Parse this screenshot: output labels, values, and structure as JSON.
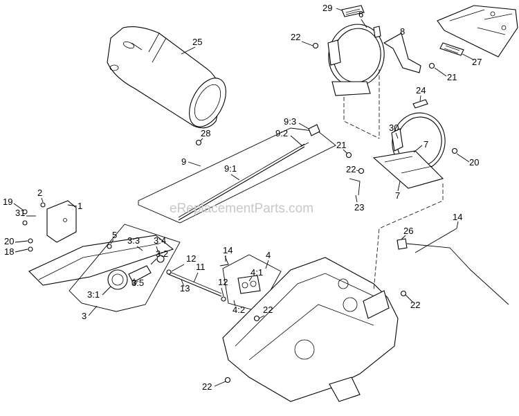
{
  "watermark": "eReplacementParts.com",
  "callouts": [
    {
      "id": "c29",
      "text": "29"
    },
    {
      "id": "c6",
      "text": "6"
    },
    {
      "id": "c8",
      "text": "8"
    },
    {
      "id": "c22a",
      "text": "22"
    },
    {
      "id": "c25",
      "text": "25"
    },
    {
      "id": "c27",
      "text": "27"
    },
    {
      "id": "c21a",
      "text": "21"
    },
    {
      "id": "c24",
      "text": "24"
    },
    {
      "id": "c30",
      "text": "30"
    },
    {
      "id": "c7a",
      "text": "7"
    },
    {
      "id": "c21b",
      "text": "21"
    },
    {
      "id": "c20a",
      "text": "20"
    },
    {
      "id": "c22b",
      "text": "22"
    },
    {
      "id": "c7b",
      "text": "7"
    },
    {
      "id": "c23",
      "text": "23"
    },
    {
      "id": "c93",
      "text": "9:3"
    },
    {
      "id": "c92",
      "text": "9:2"
    },
    {
      "id": "c28",
      "text": "28"
    },
    {
      "id": "c9",
      "text": "9"
    },
    {
      "id": "c91",
      "text": "9:1"
    },
    {
      "id": "c2",
      "text": "2"
    },
    {
      "id": "c19",
      "text": "19"
    },
    {
      "id": "c1",
      "text": "1"
    },
    {
      "id": "c31",
      "text": "31"
    },
    {
      "id": "c5",
      "text": "5"
    },
    {
      "id": "c33",
      "text": "3:3"
    },
    {
      "id": "c34",
      "text": "3:4"
    },
    {
      "id": "c20b",
      "text": "20"
    },
    {
      "id": "c18",
      "text": "18"
    },
    {
      "id": "c32",
      "text": "3:2"
    },
    {
      "id": "c14a",
      "text": "14"
    },
    {
      "id": "c4",
      "text": "4"
    },
    {
      "id": "c12a",
      "text": "12"
    },
    {
      "id": "c11",
      "text": "11"
    },
    {
      "id": "c41",
      "text": "4:1"
    },
    {
      "id": "c35",
      "text": "3:5"
    },
    {
      "id": "c13",
      "text": "13"
    },
    {
      "id": "c12b",
      "text": "12"
    },
    {
      "id": "c31b",
      "text": "3:1"
    },
    {
      "id": "c42",
      "text": "4:2"
    },
    {
      "id": "c22c",
      "text": "22"
    },
    {
      "id": "c3",
      "text": "3"
    },
    {
      "id": "c26",
      "text": "26"
    },
    {
      "id": "c14b",
      "text": "14"
    },
    {
      "id": "c22d",
      "text": "22"
    },
    {
      "id": "c22e",
      "text": "22"
    }
  ]
}
